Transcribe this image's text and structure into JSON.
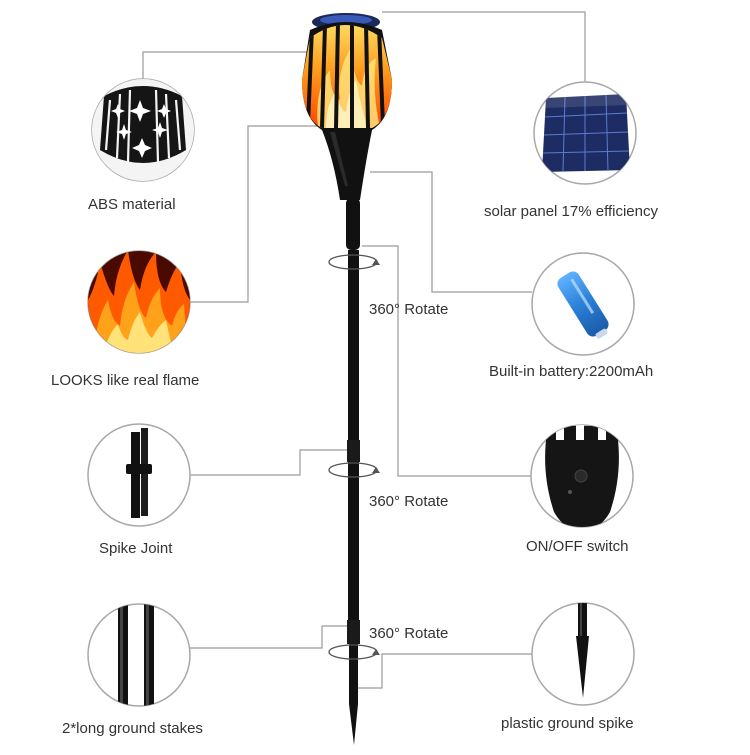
{
  "features": {
    "abs_material": "ABS material",
    "real_flame": "LOOKS like real flame",
    "spike_joint": "Spike Joint",
    "ground_stakes": "2*long ground stakes",
    "solar_panel": "solar panel 17% efficiency",
    "battery": "Built-in battery:2200mAh",
    "switch": "ON/OFF switch",
    "ground_spike": "plastic ground spike"
  },
  "rotate_labels": [
    "360° Rotate",
    "360° Rotate",
    "360° Rotate"
  ],
  "colors": {
    "line": "#9a9a9a",
    "circle_border": "#a8a8a8",
    "torch_black": "#111111",
    "flame_orange": "#ff8a00",
    "flame_yellow": "#ffd23a",
    "solar_blue": "#243a7a",
    "battery_blue": "#2a7fd6",
    "text": "#333333"
  }
}
